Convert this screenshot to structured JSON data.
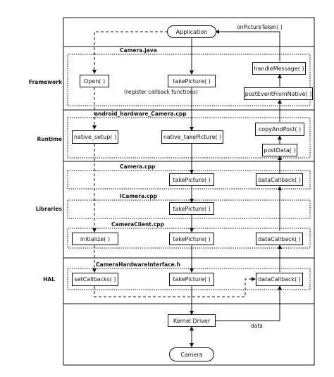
{
  "layers": {
    "framework": "Framework",
    "runtime": "Runtime",
    "libraries": "Libraries",
    "hal": "HAL"
  },
  "sections": {
    "camera_java": "Camera.java",
    "android_hardware_camera_cpp": "android_hardware_Camera.cpp",
    "camera_cpp": "Camera.cpp",
    "icamera_cpp": "ICamera.cpp",
    "cameraclient_cpp": "CameraClient.cpp",
    "camerahardwareinterface_h": "CameraHardwareInterface.h"
  },
  "nodes": {
    "application": "Application",
    "open": "Open( )",
    "take_picture_java": "takePicture( )",
    "handle_message": "handleMessage( )",
    "post_event_from_native": "postEventFromNative( )",
    "native_setup": "native_setup( )",
    "native_take_picture": "native_takePicture( )",
    "copy_and_post": "copyAndPost( )",
    "post_data": "postData( )",
    "take_picture_camera": "takePicture( )",
    "data_callback_camera": "dataCallback( )",
    "take_picture_icamera": "takePicture( )",
    "initialize": "initialize( )",
    "take_picture_client": "takePicture( )",
    "data_callback_client": "dataCallback( )",
    "set_callbacks": "setCallbacks( )",
    "take_picture_hal": "takePicture( )",
    "data_callback_hal": "dataCallback( )",
    "kernel_driver": "Kernel Driver",
    "camera": "Camera"
  },
  "labels": {
    "on_picture_taken": "onPictureTaken( )",
    "register_callback": "(register callback functions)",
    "data": "data"
  }
}
